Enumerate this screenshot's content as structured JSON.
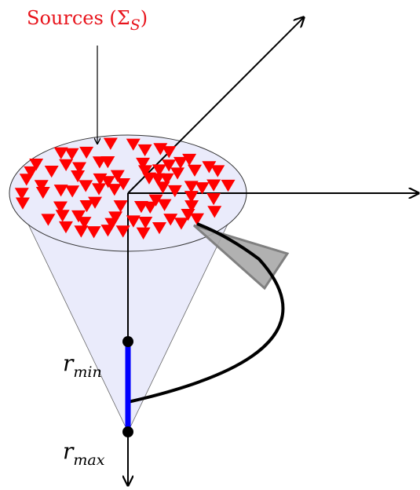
{
  "labels": {
    "sources_prefix": "Sources (Σ",
    "sources_sub": "S",
    "sources_suffix": ")",
    "r_min_base": "r",
    "r_min_sub": "min",
    "r_max_base": "r",
    "r_max_sub": "max"
  },
  "colors": {
    "source_marker": "#ff0000",
    "sources_label": "#e8141c",
    "cone_fill": "#eaebfb",
    "range_segment": "#0000ff",
    "wedge_fill": "#a9a9a9",
    "wedge_stroke": "#808080",
    "axes": "#000000"
  },
  "icons": {
    "source": "red-down-triangle",
    "range_endpoint": "black-dot"
  },
  "source_count": 80
}
